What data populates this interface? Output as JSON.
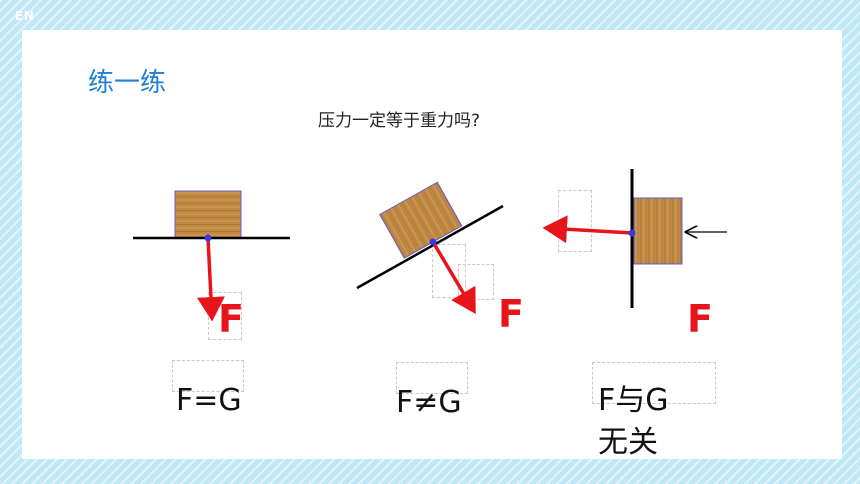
{
  "slide": {
    "lang_tag": "EN",
    "heading": "练一练",
    "question": "压力一定等于重力吗?"
  },
  "scenarios": [
    {
      "force_label": "F",
      "caption": "F=G"
    },
    {
      "force_label": "F",
      "caption": "F≠G"
    },
    {
      "force_label": "F",
      "caption_line1": "F与G",
      "caption_line2": "无关"
    }
  ],
  "colors": {
    "heading": "#1f7fd6",
    "force_arrow": "#e8141c",
    "contact_point": "#3a3ae0",
    "wood": "#c08a45",
    "block_border": "#6a5acd",
    "surface": "#000000"
  }
}
